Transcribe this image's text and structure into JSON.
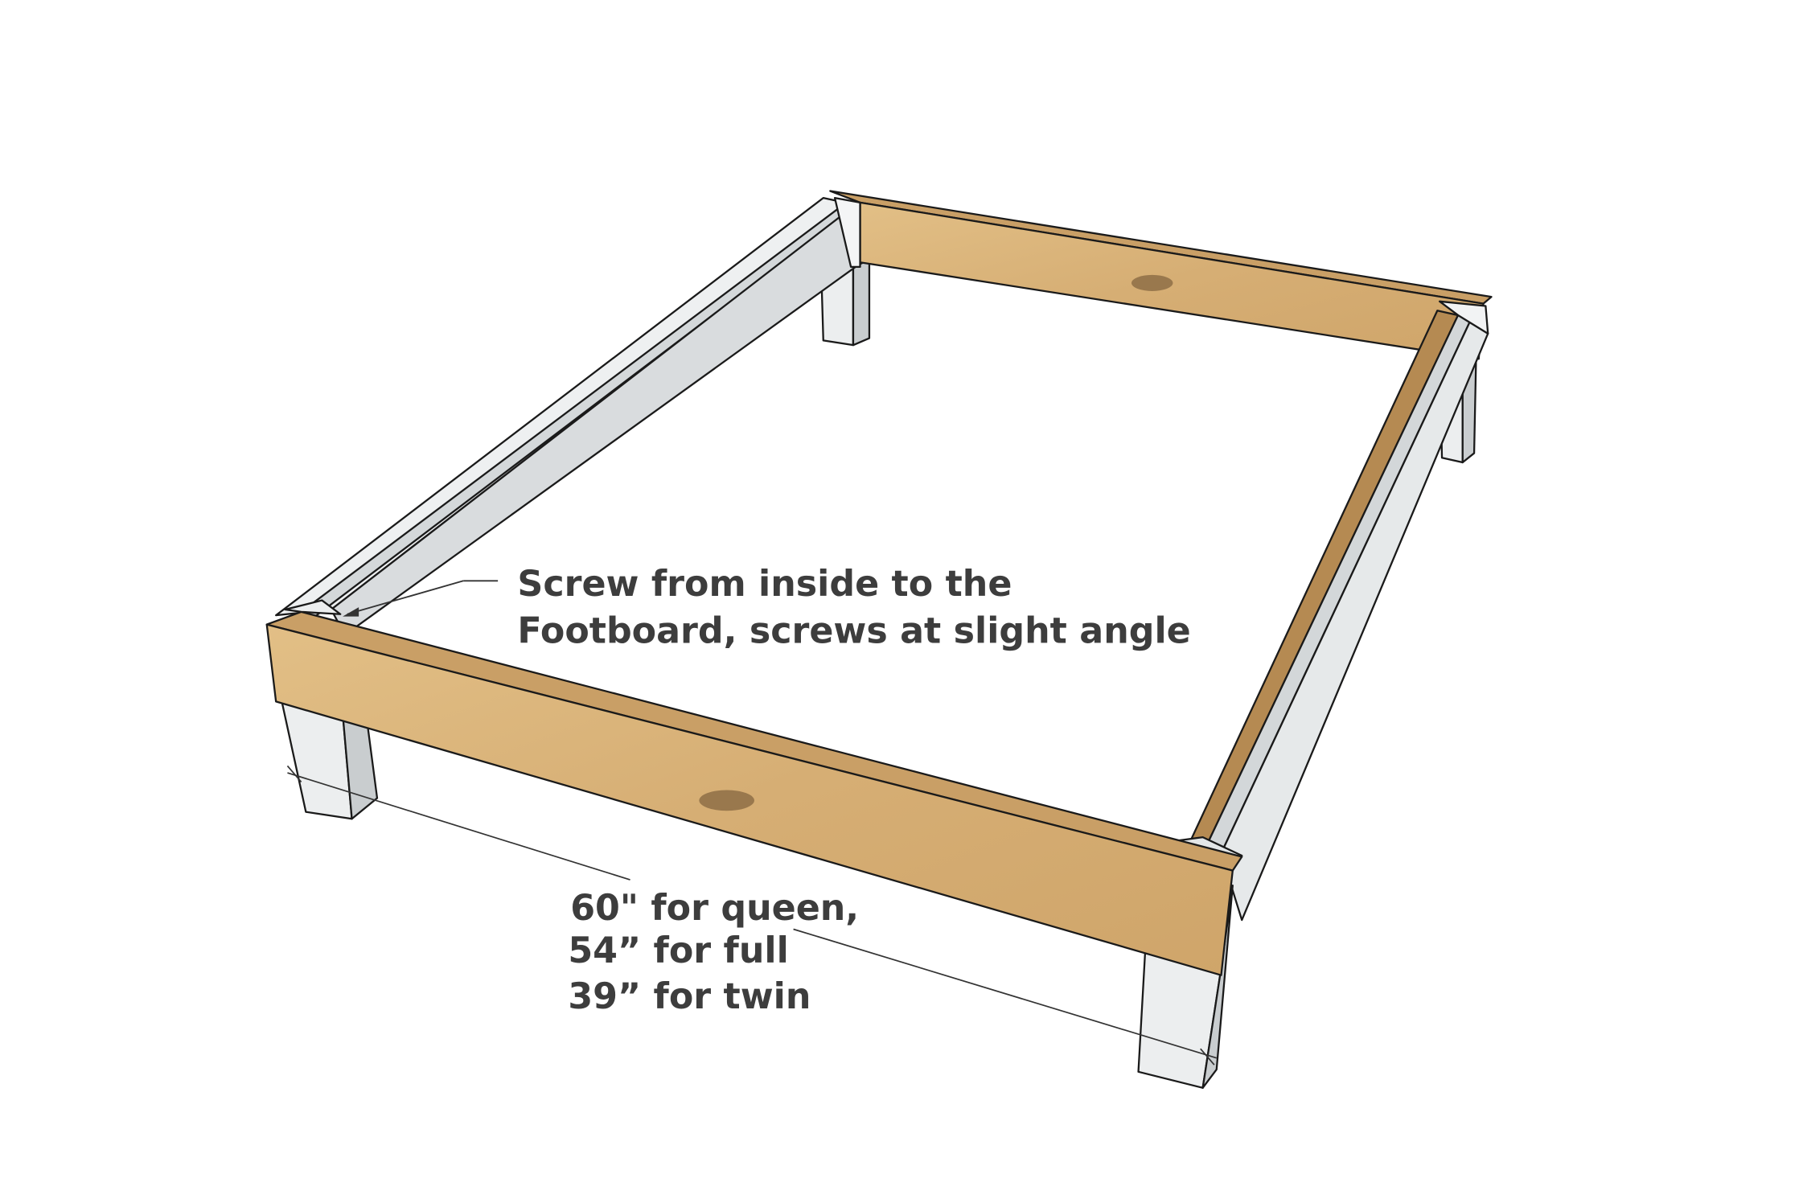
{
  "annotations": {
    "screw_note": {
      "line1": "Screw from inside to the",
      "line2": "Footboard, screws at slight angle"
    },
    "width_note": {
      "line1": "60\" for queen,",
      "line2": "54” for full",
      "line3": "39” for twin"
    }
  },
  "colors": {
    "wood": "#d8b37a",
    "wood_dark": "#b8925a",
    "rail_grey": "#dcdfe0",
    "text": "#3d3d3d"
  }
}
